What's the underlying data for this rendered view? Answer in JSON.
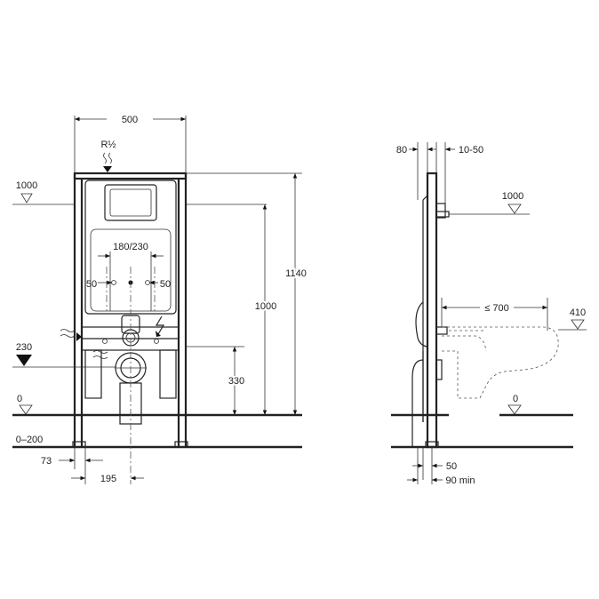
{
  "front_view": {
    "width_label": "500",
    "thread_label": "R½",
    "level_1000": "1000",
    "level_230": "230",
    "level_0": "0",
    "level_0_200": "0–200",
    "spacing_180_230": "180/230",
    "offset_50_left": "50",
    "offset_50_right": "50",
    "height_330": "330",
    "height_1000": "1000",
    "height_1140": "1140",
    "leg_73": "73",
    "leg_195": "195"
  },
  "side_view": {
    "depth_80": "80",
    "range_10_50": "10-50",
    "level_1000": "1000",
    "reach_700": "≤ 700",
    "level_410": "410",
    "level_0": "0",
    "depth_50": "50",
    "depth_90_min": "90 min"
  }
}
